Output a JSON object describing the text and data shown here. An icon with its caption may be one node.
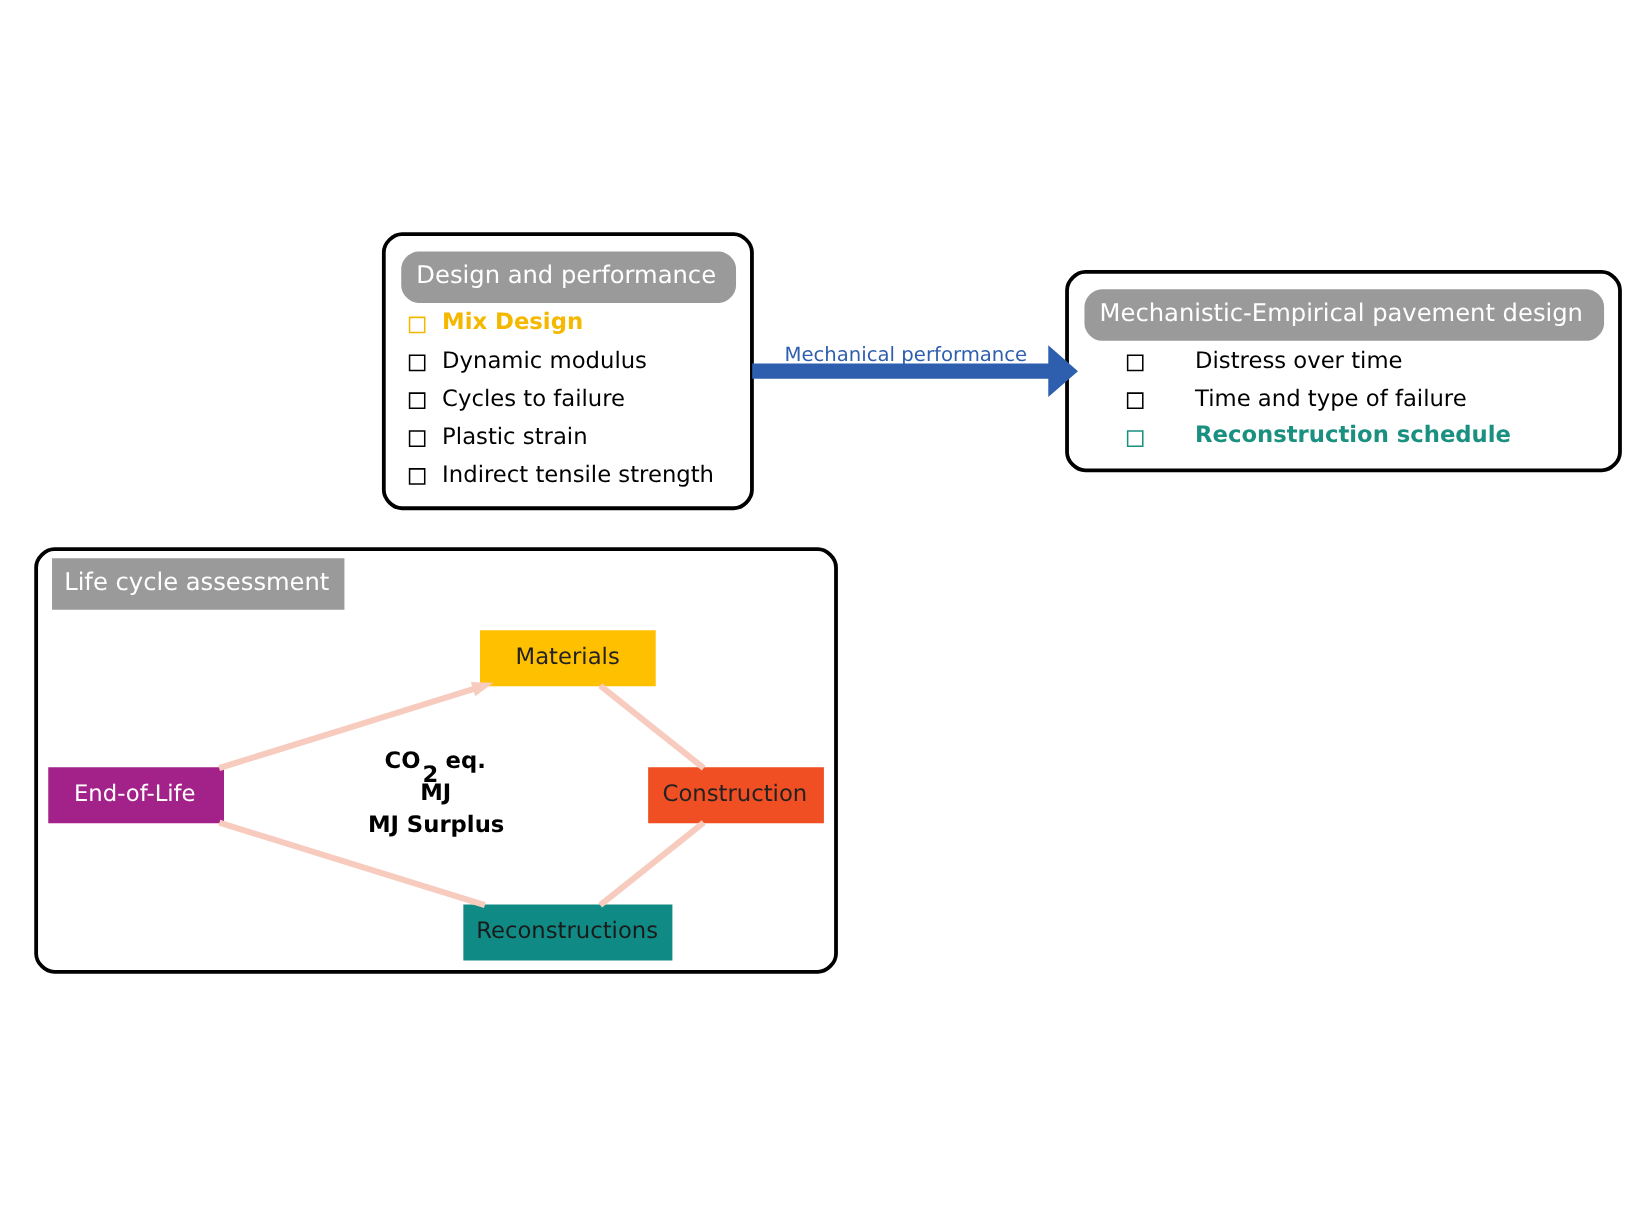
{
  "diagram": {
    "nodes": [
      {
        "text": [
          "Design and performance",
          "Mix Design",
          "Dynamic modulus",
          "Cycles to failure",
          "Plastic strain",
          "Indirect tensile strength"
        ]
      },
      {
        "text": [
          "Mechanistic-Empirical pavement design",
          "Distress over time",
          "Time and type of failure",
          "Reconstruction schedule"
        ]
      },
      {
        "text": [
          "Life cycle assessment"
        ]
      },
      {
        "text": [
          "Materials"
        ],
        "in": 2
      },
      {
        "text": [
          "Construction"
        ],
        "in": 2
      },
      {
        "text": [
          "Reconstructions"
        ],
        "in": 2
      },
      {
        "text": [
          "End-of-Life"
        ],
        "in": 2
      }
    ],
    "edges": [
      {
        "from": 0,
        "to": 1,
        "arrow": "to",
        "label": "Mechanical performance",
        "style": "thick",
        "color": "#2e5fae"
      },
      {
        "from": 3,
        "to": 4,
        "arrow": "none",
        "color": "#f7cbbd"
      },
      {
        "from": 4,
        "to": 5,
        "arrow": "none",
        "color": "#f7cbbd"
      },
      {
        "from": 5,
        "to": 6,
        "arrow": "none",
        "color": "#f7cbbd"
      },
      {
        "from": 6,
        "to": 3,
        "arrow": "to",
        "color": "#f7cbbd"
      }
    ],
    "labels": [
      "CO$_{2}$ eq.",
      "MJ",
      "MJ Surplus"
    ]
  }
}
